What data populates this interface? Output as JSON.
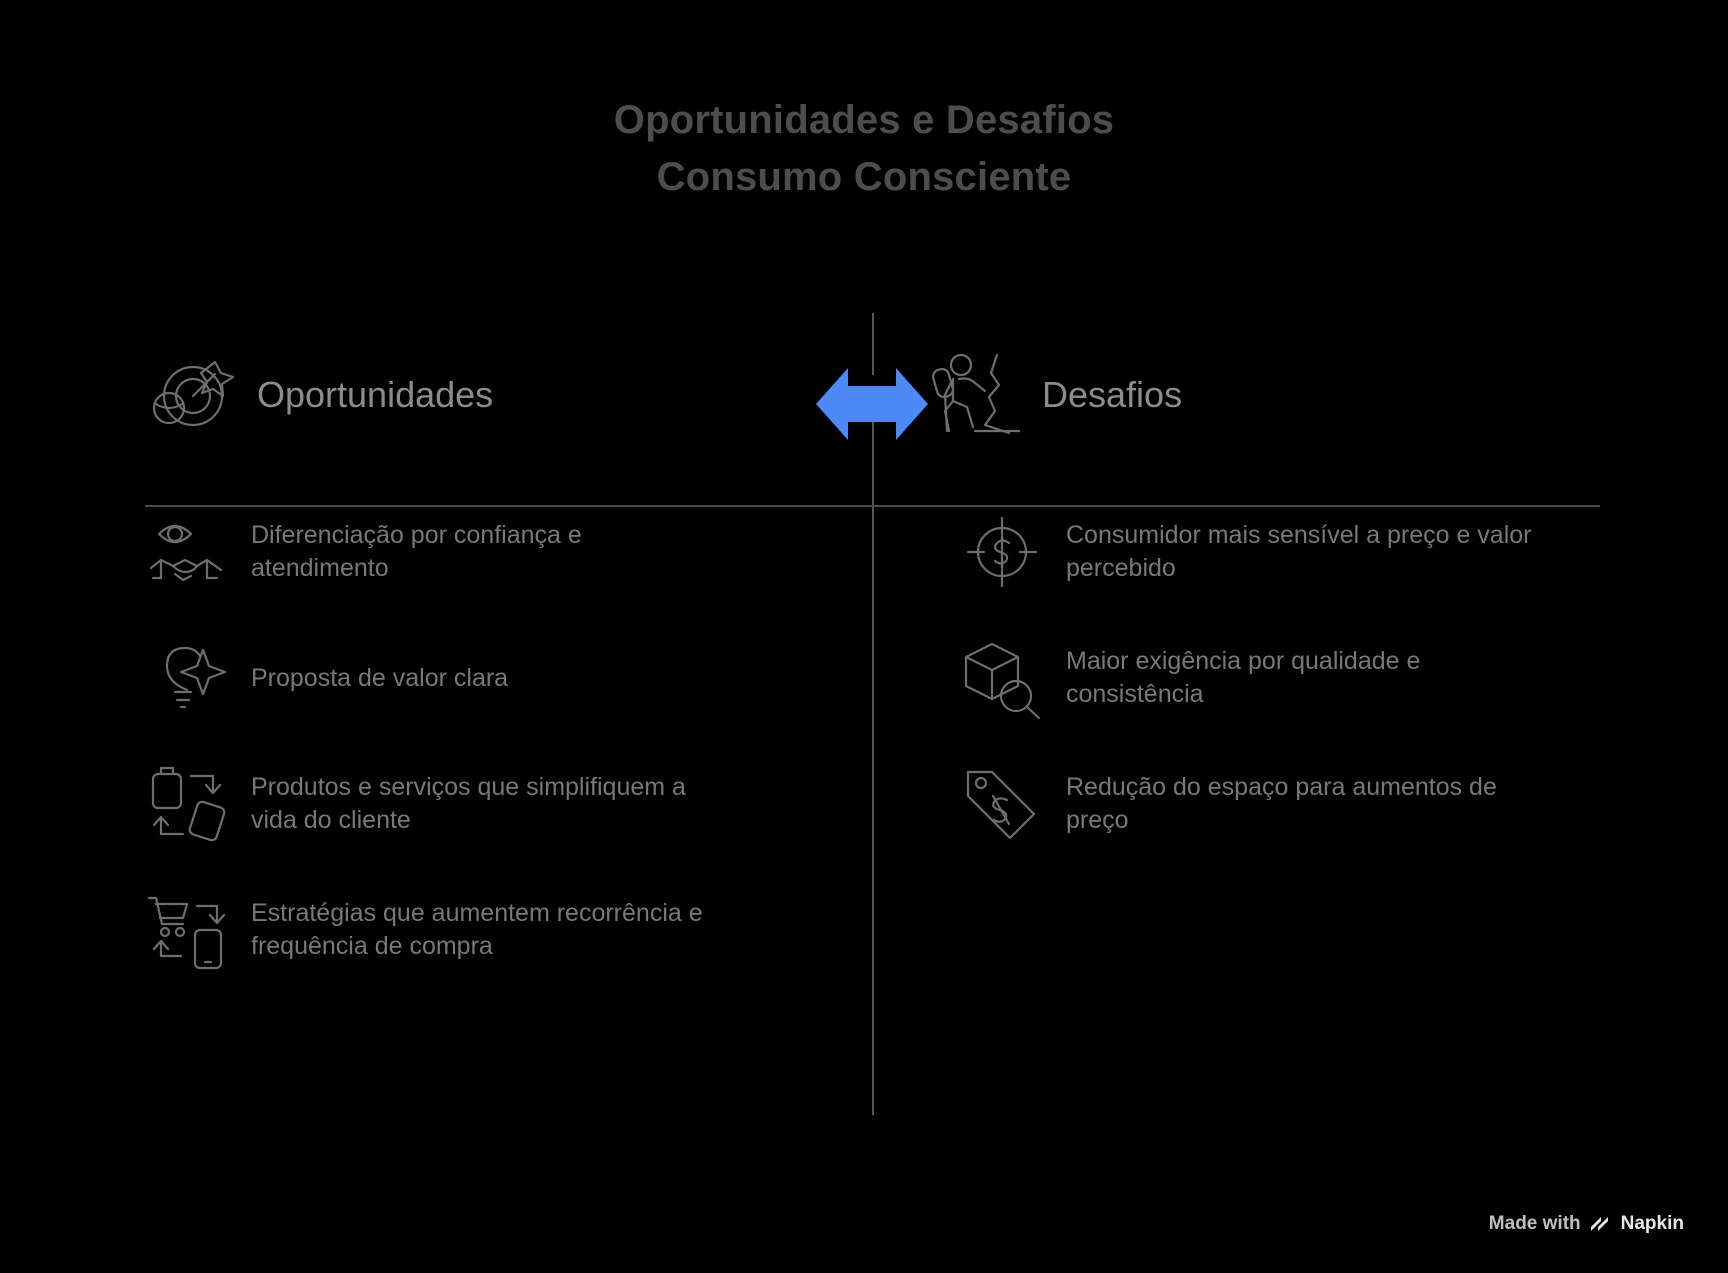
{
  "title": {
    "line1": "Oportunidades e Desafios",
    "line2": "Consumo Consciente"
  },
  "colors": {
    "background": "#000000",
    "title_text": "#4d4d4d",
    "heading_text": "#8c8c8c",
    "body_text": "#787878",
    "icon_stroke": "#6e6e6e",
    "divider": "#585858",
    "rule": "#4a4a4a",
    "accent_arrow": "#4d88f7"
  },
  "left_column": {
    "heading": "Oportunidades",
    "heading_icon": "target-sparkle-icon",
    "items": [
      {
        "icon": "eye-handshake-icon",
        "text": "Diferenciação por confiança e atendimento"
      },
      {
        "icon": "lightbulb-sparkle-icon",
        "text": "Proposta de valor clara"
      },
      {
        "icon": "product-exchange-icon",
        "text": "Produtos e serviços que simplifiquem a vida do cliente"
      },
      {
        "icon": "cart-mobile-recurrence-icon",
        "text": "Estratégias que aumentem recorrência e frequência de compra"
      }
    ]
  },
  "right_column": {
    "heading": "Desafios",
    "heading_icon": "climbing-person-icon",
    "items": [
      {
        "icon": "dollar-crosshair-icon",
        "text": "Consumidor mais sensível a preço e valor percebido"
      },
      {
        "icon": "box-magnifier-icon",
        "text": "Maior exigência por qualidade e consistência"
      },
      {
        "icon": "price-tag-icon",
        "text": "Redução do espaço para aumentos de preço"
      }
    ]
  },
  "center": {
    "arrow_icon": "double-headed-arrow-icon"
  },
  "footer": {
    "made_with": "Made with",
    "brand": "Napkin",
    "logo_icon": "napkin-logo-icon"
  }
}
